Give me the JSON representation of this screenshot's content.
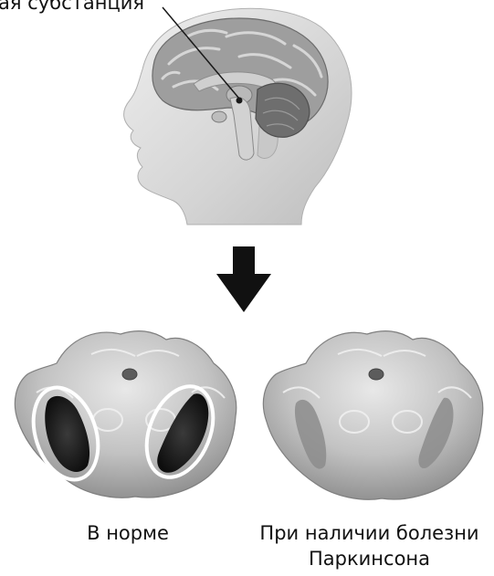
{
  "figure": {
    "top_label": "ая субстанция",
    "captions": {
      "normal": "В норме",
      "disease_line1": "При наличии болезни",
      "disease_line2": "Паркинсона"
    }
  },
  "colors": {
    "background": "#ffffff",
    "skin": "#d9d9d9",
    "brain": "#9a9a9a",
    "brain_dark": "#5a5a5a",
    "cerebellum": "#6e6e6e",
    "arrow": "#111111",
    "highlight_ring": "#ffffff",
    "normal_region": "#1e1e1e",
    "disease_region": "#7a7a7a"
  },
  "icons": {
    "arrow": "down-arrow-icon"
  }
}
